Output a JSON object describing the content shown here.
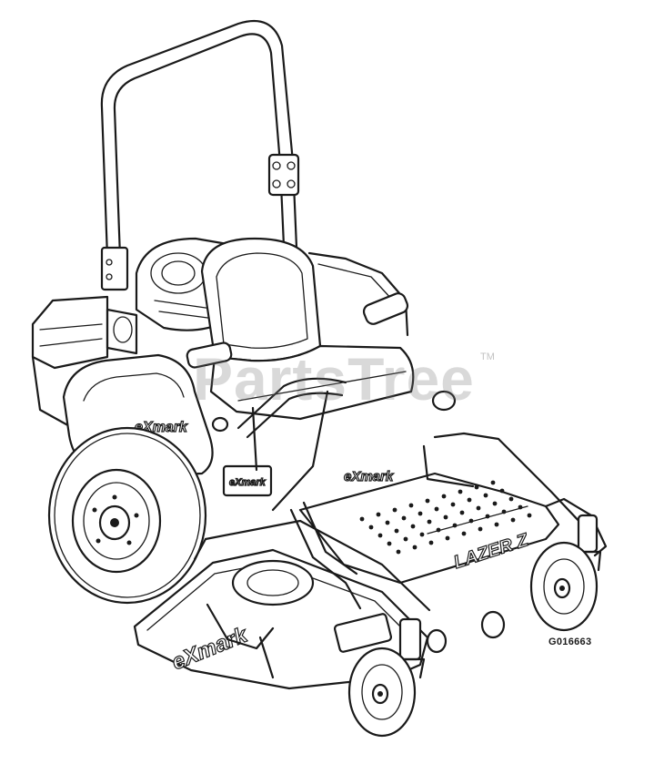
{
  "figure": {
    "code": "G016663",
    "watermark": "PartsTree",
    "watermark_mark": "TM"
  },
  "labels": {
    "deck_brand": "eXmark",
    "footrest_brand": "LAZER Z",
    "fender_brand": "eXmark",
    "seat_brand": "eXmark",
    "lever_tag": "eXmark"
  },
  "colors": {
    "line": "#1a1a1a",
    "paper": "#ffffff",
    "watermark": "#787878"
  }
}
